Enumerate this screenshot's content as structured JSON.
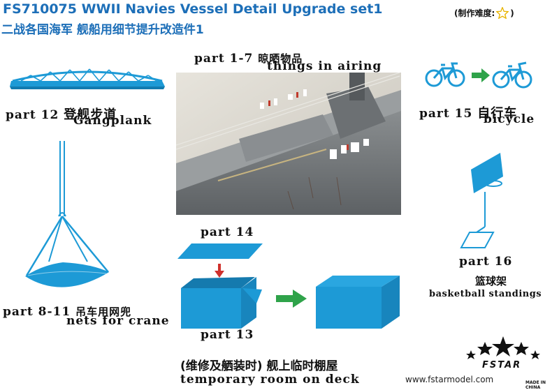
{
  "header": {
    "title_en": "FS710075  WWII Navies Vessel Detail Upgrade set1",
    "title_cn": "二战各国海军 舰船用细节提升改造件1",
    "difficulty_label": "(制作难度:",
    "difficulty_close": ")",
    "difficulty_stars": 1
  },
  "parts": {
    "gangplank": {
      "part": "part 12",
      "cn": "登舰步道",
      "en": "Gangplank"
    },
    "airing": {
      "part": "part 1-7",
      "cn": "晾晒物品",
      "en": "things in airing"
    },
    "bicycle": {
      "part": "part 15",
      "cn": "自行车",
      "en": "bicycle"
    },
    "nets": {
      "part": "part 8-11",
      "cn": "吊车用网兜",
      "en": "nets for crane"
    },
    "room_top": {
      "part": "part 14"
    },
    "room": {
      "part": "part 13",
      "cn": "(维修及舾装时) 舰上临时棚屋",
      "en": "temporary room on deck"
    },
    "basketball": {
      "part": "part 16",
      "cn": "篮球架",
      "en": "basketball standings"
    }
  },
  "brand": {
    "name": "FSTAR",
    "url": "www.fstarmodel.com",
    "made_in": "MADE IN CHINA"
  },
  "colors": {
    "blue": "#1d9ad6",
    "title_blue": "#1d6fb8",
    "arrow_green": "#2fa34a",
    "arrow_red": "#d0312d"
  }
}
